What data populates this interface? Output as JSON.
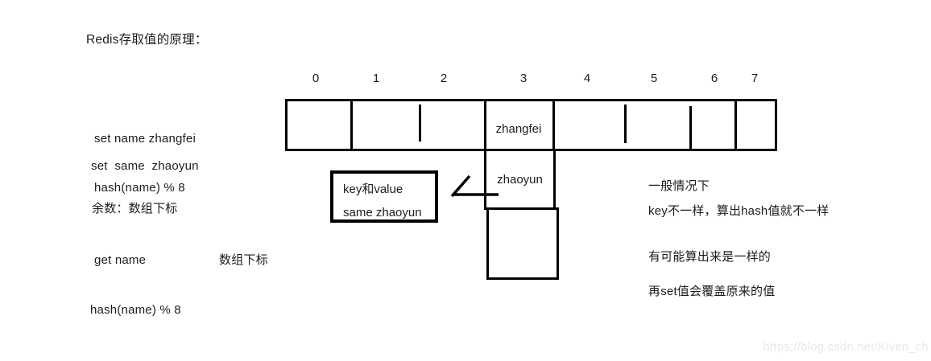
{
  "title": "Redis存取值的原理：",
  "array": {
    "indices": [
      "0",
      "1",
      "2",
      "3",
      "4",
      "5",
      "6",
      "7"
    ],
    "cells": {
      "index3": "zhangfei",
      "collision": "zhaoyun"
    }
  },
  "left_notes": [
    "set name zhangfei",
    "set  same  zhaoyun",
    "hash(name) % 8",
    "余数：数组下标",
    "get name",
    "数组下标",
    "hash(name) % 8"
  ],
  "kv_box": {
    "line1": "key和value",
    "line2": "same zhaoyun"
  },
  "right_notes": [
    "一般情况下",
    "key不一样，算出hash值就不一样",
    "有可能算出来是一样的",
    "再set值会覆盖原来的值"
  ],
  "watermark": "https://blog.csdn.net/Kiven_ch",
  "colors": {
    "ink": "#000000",
    "text": "#1c1c1c",
    "watermark": "#e8e8ea",
    "background": "#ffffff"
  }
}
